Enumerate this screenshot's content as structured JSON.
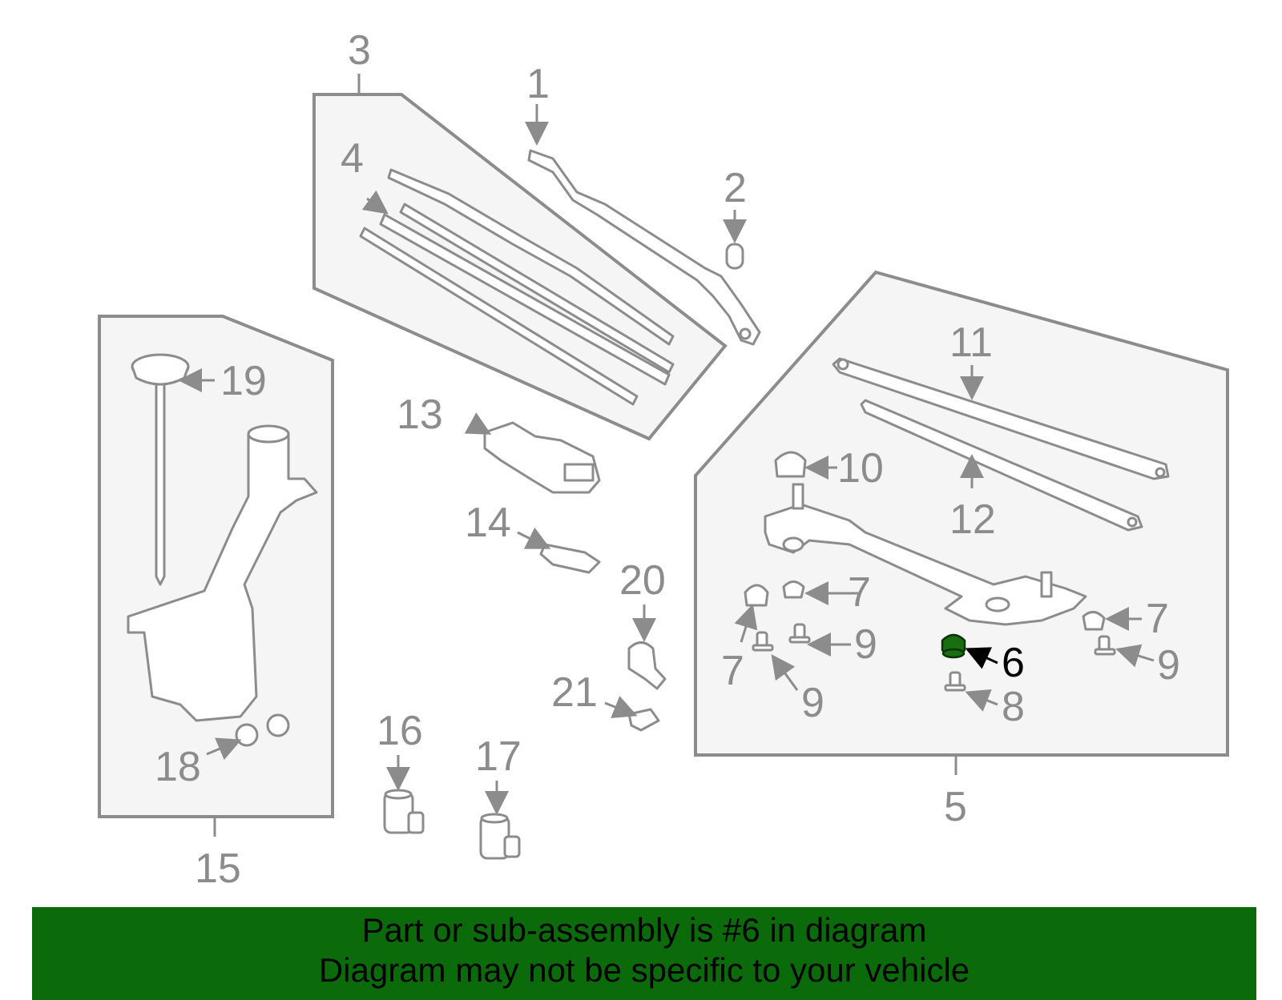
{
  "callouts": {
    "c1": "1",
    "c2": "2",
    "c3": "3",
    "c4": "4",
    "c5": "5",
    "c6": "6",
    "c7a": "7",
    "c7b": "7",
    "c7c": "7",
    "c8": "8",
    "c9a": "9",
    "c9b": "9",
    "c9c": "9",
    "c10": "10",
    "c11": "11",
    "c12": "12",
    "c13": "13",
    "c14": "14",
    "c15": "15",
    "c16": "16",
    "c17": "17",
    "c18": "18",
    "c19": "19",
    "c20": "20",
    "c21": "21"
  },
  "highlight": {
    "part_number": "6",
    "color": "#1b6e10"
  },
  "banner": {
    "line1": "Part or sub-assembly is #6 in diagram",
    "line2": "Diagram may not be specific to your vehicle",
    "background": "#0b6b0b"
  }
}
